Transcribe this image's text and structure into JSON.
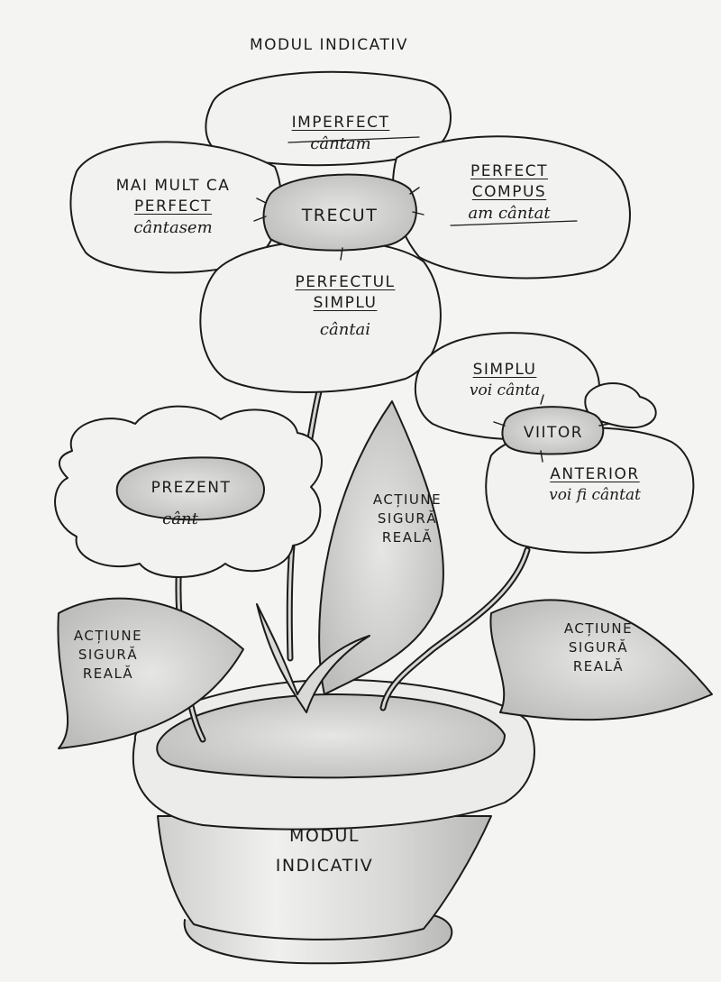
{
  "title": "MODUL INDICATIV",
  "pot": {
    "line1": "MODUL",
    "line2": "INDICATIV"
  },
  "trecut": {
    "center": "TRECUT",
    "imperfect": {
      "name": "IMPERFECT",
      "example": "cântam"
    },
    "mai_mult_ca_perfect": {
      "line1": "MAI MULT CA",
      "line2": "PERFECT",
      "example": "cântasem"
    },
    "perfect_compus": {
      "line1": "PERFECT",
      "line2": "COMPUS",
      "example": "am cântat"
    },
    "perfectul_simplu": {
      "line1": "PERFECTUL",
      "line2": "SIMPLU",
      "example": "cântai"
    }
  },
  "prezent": {
    "center": "PREZENT",
    "example": "cânt"
  },
  "viitor": {
    "center": "VIITOR",
    "simplu": {
      "name": "SIMPLU",
      "example": "voi cânta"
    },
    "anterior": {
      "name": "ANTERIOR",
      "example": "voi fi cântat"
    }
  },
  "leaves": {
    "middle": {
      "line1": "ACȚIUNE",
      "line2": "SIGURĂ",
      "line3": "REALĂ"
    },
    "left": {
      "line1": "ACȚIUNE",
      "line2": "SIGURĂ",
      "line3": "REALĂ"
    },
    "right": {
      "line1": "ACȚIUNE",
      "line2": "SIGURĂ",
      "line3": "REALĂ"
    }
  },
  "colors": {
    "ink": "#1b1b1b",
    "paper": "#f4f4f2",
    "shade": "#b5b5b5"
  }
}
